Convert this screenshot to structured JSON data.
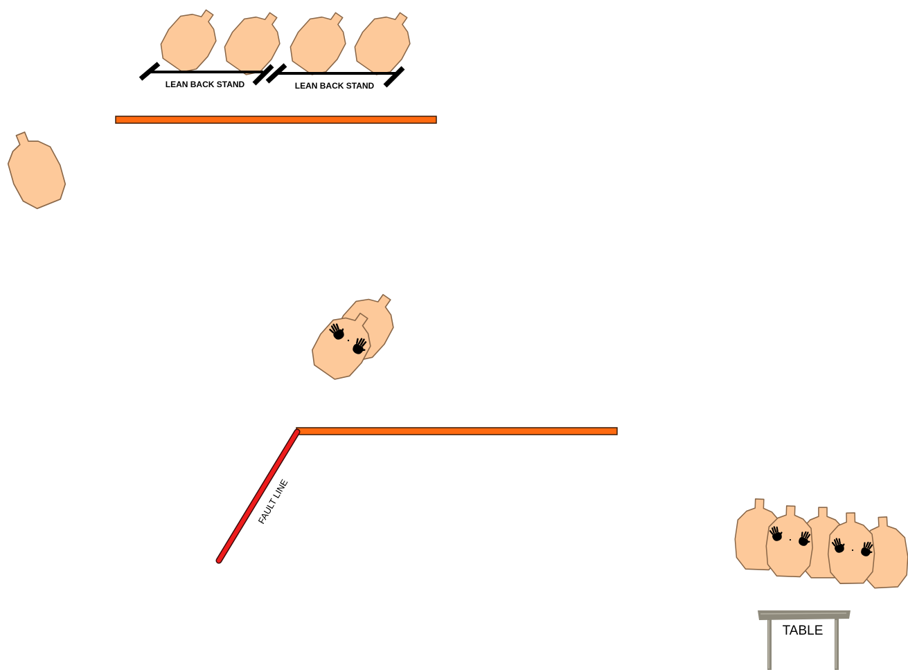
{
  "colors": {
    "target_fill": "#FDC99A",
    "target_stroke": "#8A6748",
    "wall_fill": "#FF6A10",
    "wall_stroke": "#3A1A05",
    "fault_fill": "#EE1C1C",
    "fault_stroke": "#3A0A0A",
    "stand_bar": "#000000",
    "table_wood": "#8E8A7C",
    "table_wood_light": "#B4B0A2",
    "hands": "#000000"
  },
  "labels": {
    "lean_back_stand_left": "LEAN BACK STAND",
    "lean_back_stand_right": "LEAN BACK STAND",
    "fault_line": "FAULT LINE",
    "table": "TABLE"
  },
  "icons": {
    "target": "ipsc-cardboard-target",
    "no_shoot": "no-shoot-target",
    "hands": "no-shoot-hands-icon",
    "wall": "wall-barrier",
    "fault_line": "fault-line",
    "stand": "lean-back-stand",
    "table": "table-icon"
  }
}
